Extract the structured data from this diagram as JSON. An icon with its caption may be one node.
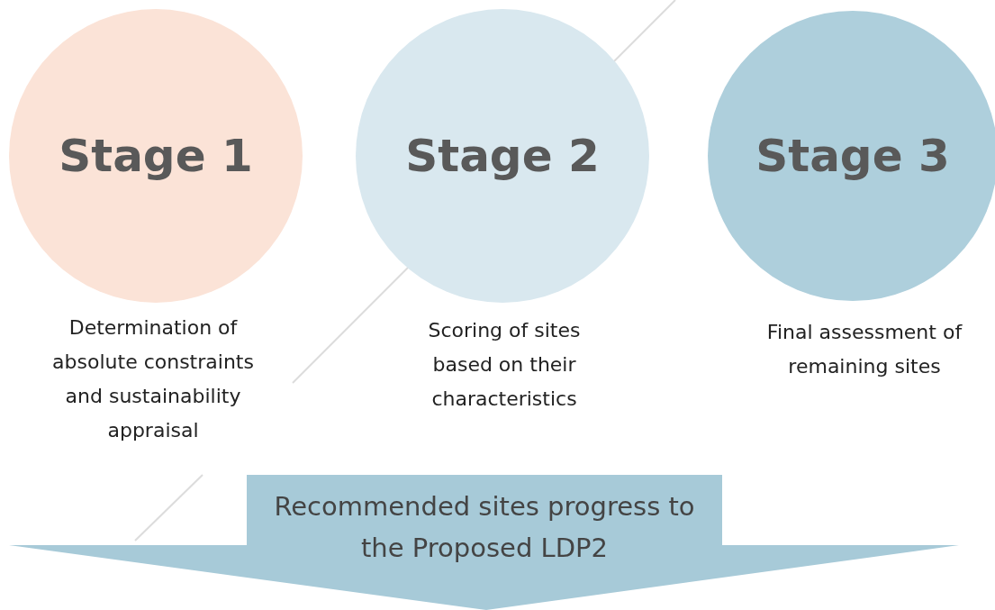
{
  "diagram": {
    "nodes": [
      {
        "text": [
          "Stage 1"
        ],
        "beside": [
          "Determination of absolute constraints and sustainability appraisal"
        ]
      },
      {
        "text": [
          "Stage 2"
        ],
        "beside": [
          "Scoring of sites based on their characteristics"
        ]
      },
      {
        "text": [
          "Stage 3"
        ],
        "beside": [
          "Final assessment of remaining sites"
        ]
      },
      {
        "text": [
          "Recommended sites progress to the Proposed LDP2"
        ]
      }
    ]
  }
}
